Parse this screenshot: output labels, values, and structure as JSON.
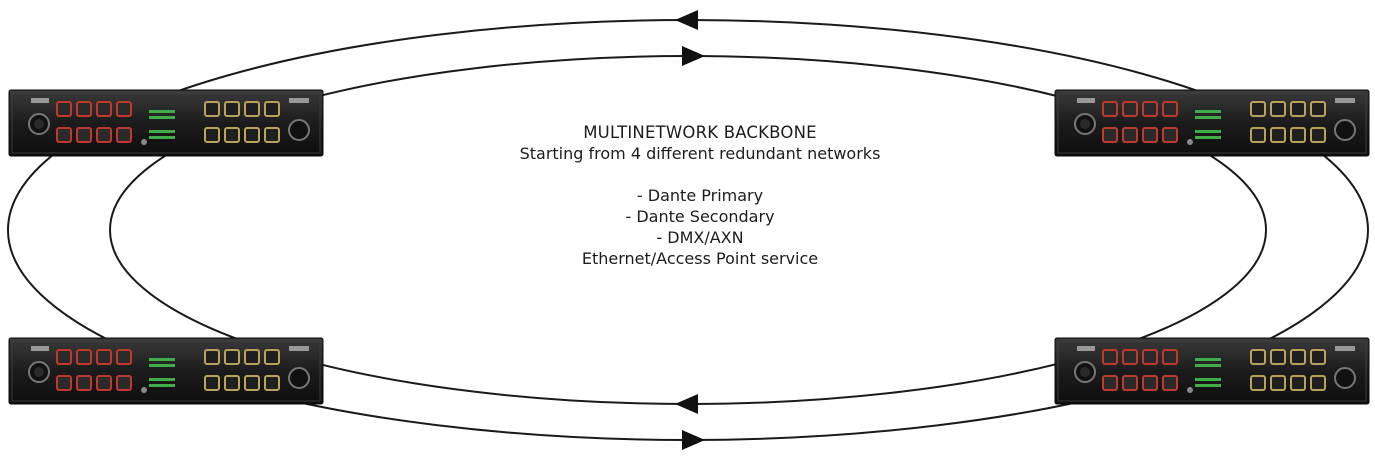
{
  "diagram": {
    "title": "MULTINETWORK BACKBONE",
    "subtitle": "Starting from 4 different redundant networks",
    "networks": [
      "- Dante Primary",
      "- Dante Secondary",
      "- DMX/AXN",
      "Ethernet/Access Point service"
    ],
    "nodes": [
      {
        "id": "top-left"
      },
      {
        "id": "top-right"
      },
      {
        "id": "bottom-left"
      },
      {
        "id": "bottom-right"
      }
    ],
    "colors": {
      "ring": "#1a1a1a",
      "chassis": "#1e1e1e",
      "connector_red": "#c0392b",
      "connector_gold": "#b9a25a",
      "led_green": "#3fae49"
    }
  }
}
